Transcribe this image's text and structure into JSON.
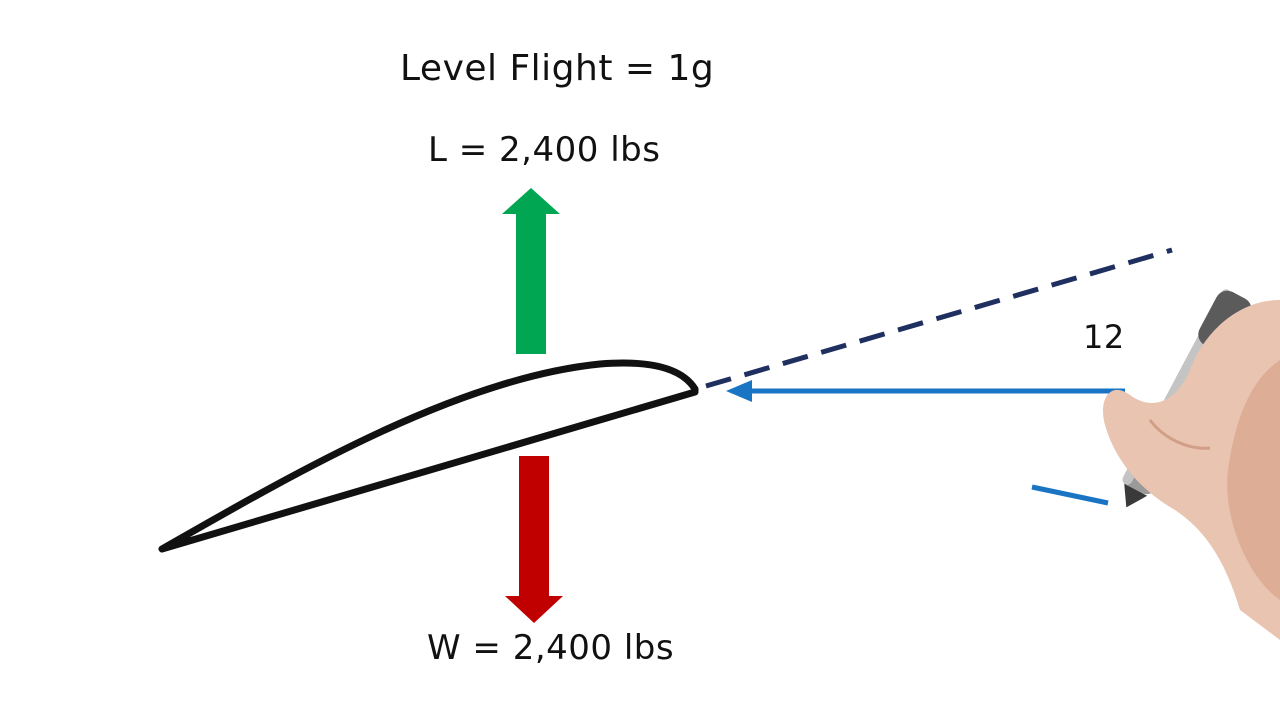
{
  "diagram": {
    "title": "Level Flight = 1g",
    "lift_label": "L = 2,400 lbs",
    "weight_label": "W = 2,400 lbs",
    "angle_label": "12",
    "colors": {
      "lift_arrow": "#00a651",
      "weight_arrow": "#c00000",
      "relative_wind_arrow": "#1a74c4",
      "chord_line": "#1f3060",
      "airfoil_outline": "#111111"
    },
    "icons": [
      "airfoil-shape",
      "lift-arrow",
      "weight-arrow",
      "relative-wind-arrow",
      "chord-line-dashed",
      "hand-with-marker"
    ]
  }
}
